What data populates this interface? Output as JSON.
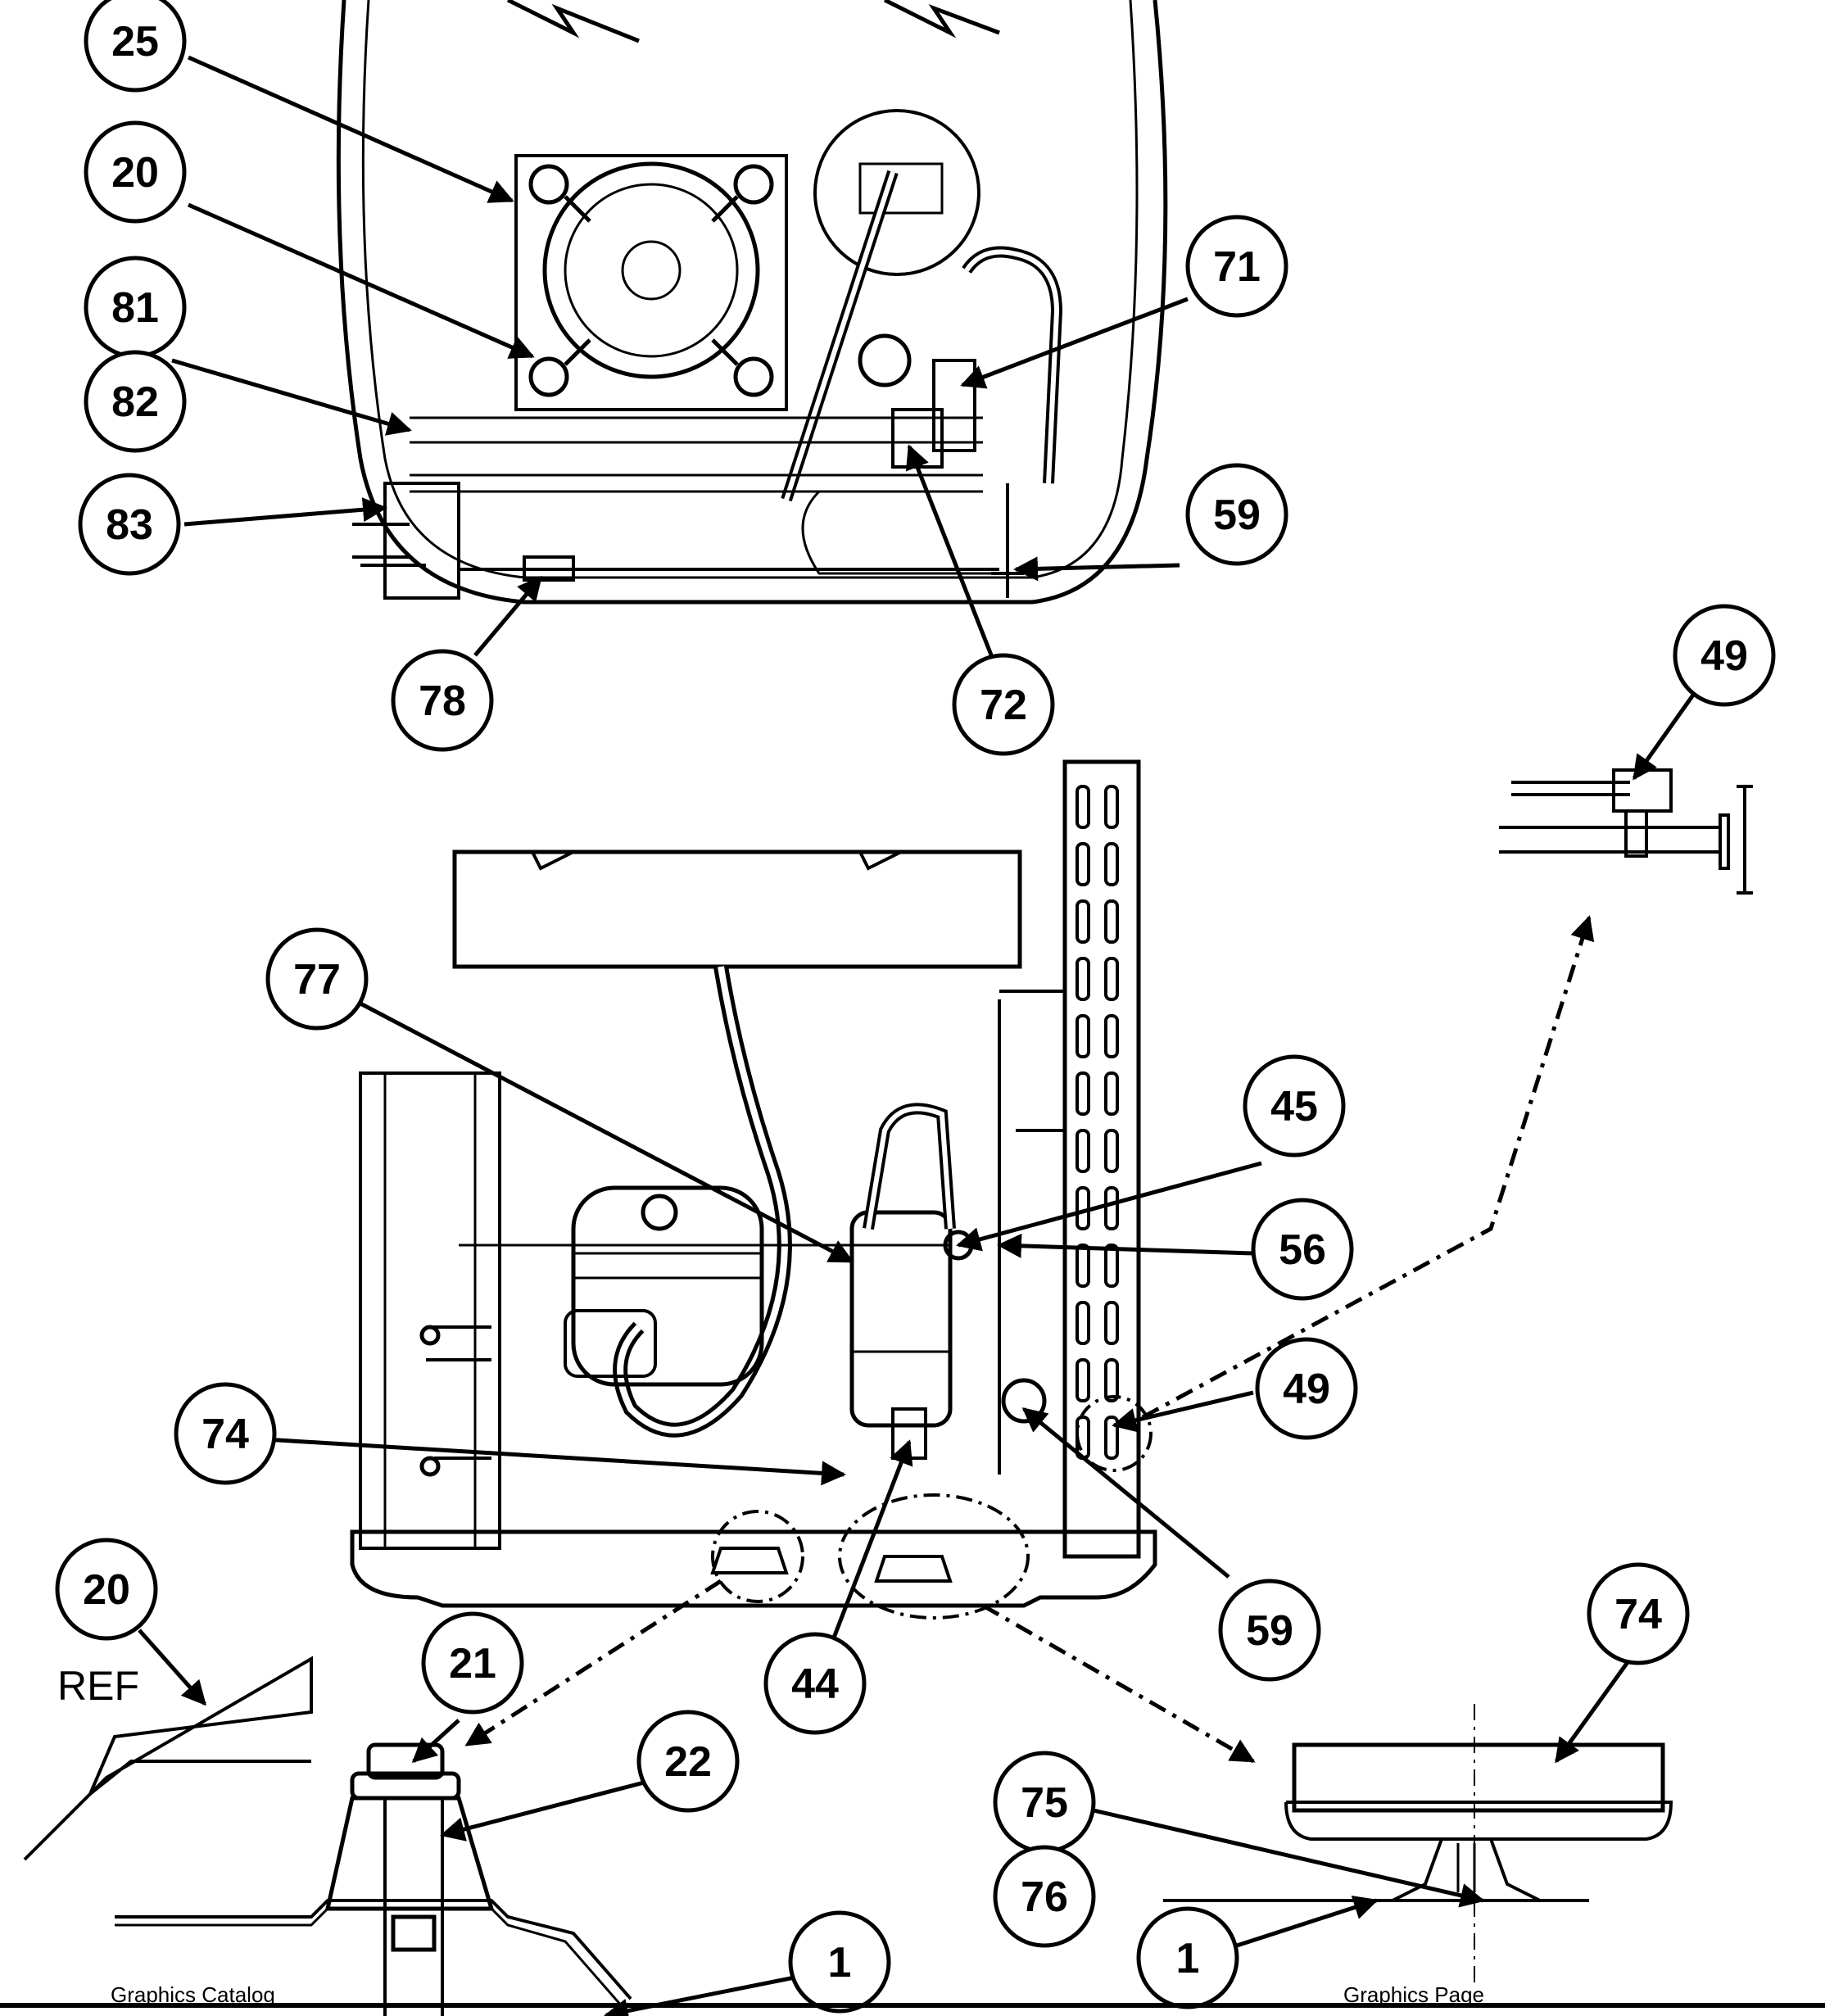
{
  "callouts": {
    "c25": "25",
    "c20_top": "20",
    "c81": "81",
    "c82": "82",
    "c83": "83",
    "c78": "78",
    "c71": "71",
    "c59_top": "59",
    "c72": "72",
    "c49_detail": "49",
    "c77": "77",
    "c45": "45",
    "c56": "56",
    "c49": "49",
    "c74_mid": "74",
    "c59_mid": "59",
    "c44": "44",
    "c20_ref": "20",
    "c21": "21",
    "c22": "22",
    "c1_left": "1",
    "c74_right": "74",
    "c75": "75",
    "c76": "76",
    "c1_right": "1"
  },
  "labels": {
    "ref": "REF"
  },
  "footer": {
    "left": "Graphics Catalog",
    "right": "Graphics Page"
  }
}
